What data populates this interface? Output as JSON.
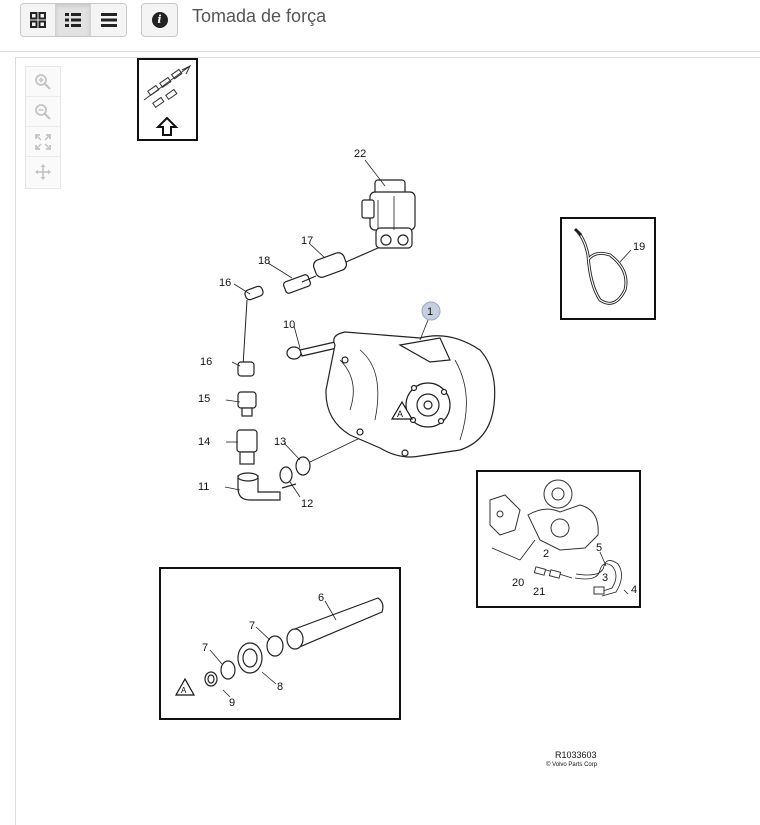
{
  "toolbar": {
    "view_buttons": [
      {
        "icon": "grid-icon"
      },
      {
        "icon": "list-detail-icon"
      },
      {
        "icon": "list-icon"
      }
    ],
    "info_icon": "info-icon",
    "info_glyph": "i",
    "title": "Tomada de força"
  },
  "zoom_controls": [
    {
      "icon": "zoom-in-icon"
    },
    {
      "icon": "zoom-out-icon"
    },
    {
      "icon": "fit-screen-icon"
    },
    {
      "icon": "pan-move-icon"
    }
  ],
  "diagram": {
    "callouts": {
      "n22": "22",
      "n17": "17",
      "n18": "18",
      "n16a": "16",
      "n16b": "16",
      "n10": "10",
      "n1": "1",
      "n15": "15",
      "n14": "14",
      "n13": "13",
      "n11": "11",
      "n12": "12",
      "n19": "19",
      "n2": "2",
      "n5": "5",
      "n20": "20",
      "n21": "21",
      "n3": "3",
      "n4": "4",
      "n6": "6",
      "n7a": "7",
      "n7b": "7",
      "n8": "8",
      "n9": "9"
    },
    "marker_letter": "A",
    "reference": "R1033603",
    "copyright": "© Volvo Parts Corp"
  }
}
